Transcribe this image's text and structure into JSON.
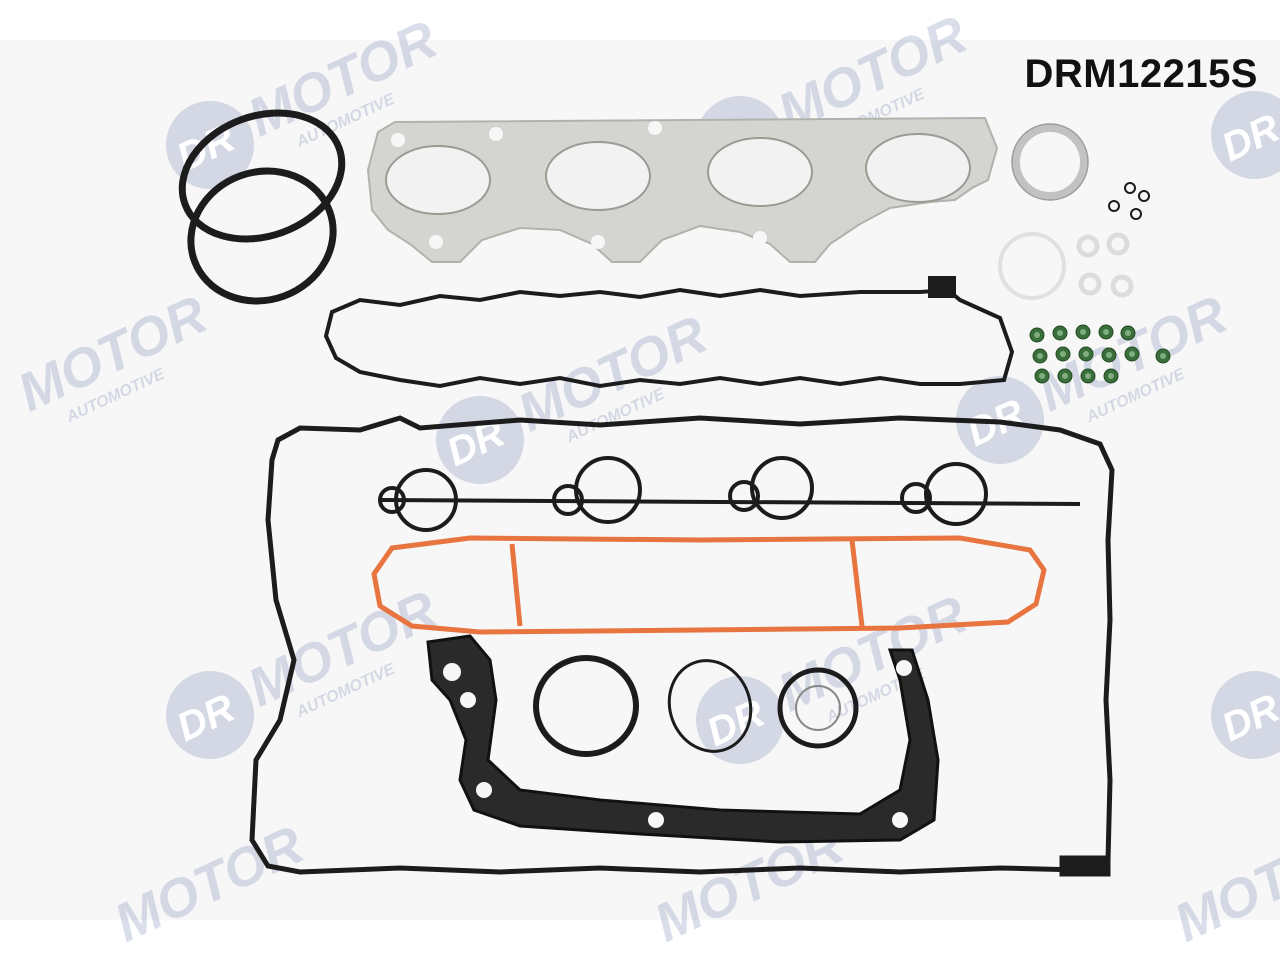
{
  "product": {
    "part_number": "DRM12215S"
  },
  "watermark": {
    "brand_initials": "DR",
    "brand_name": "MOTOR",
    "tagline": "AUTOMOTIVE",
    "color": "#5b6ea4"
  },
  "colors": {
    "gasket_black": "#1c1c1c",
    "gasket_orange": "#e8753f",
    "gasket_green": "#3a6e3a",
    "metal_gasket": "#d4d4d0",
    "background": "#ffffff"
  }
}
